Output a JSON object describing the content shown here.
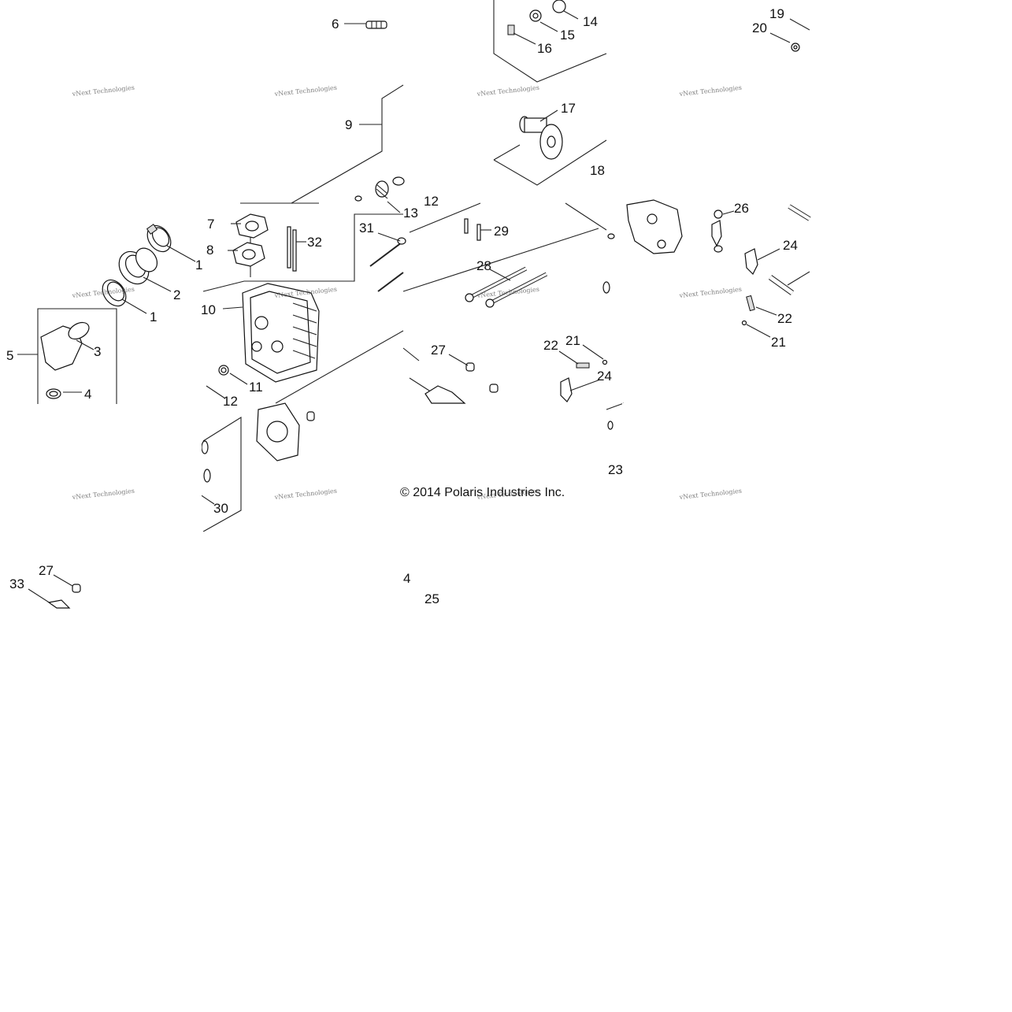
{
  "diagram": {
    "callouts": [
      "1",
      "1",
      "2",
      "3",
      "4",
      "5",
      "6",
      "7",
      "8",
      "9",
      "10",
      "11",
      "12",
      "13",
      "14",
      "15",
      "16",
      "17",
      "18",
      "19",
      "20",
      "21",
      "21",
      "22",
      "22",
      "23",
      "24",
      "24",
      "25",
      "26",
      "27",
      "27",
      "28",
      "29",
      "30",
      "31",
      "32",
      "33",
      "12",
      "4"
    ],
    "copyright": "© 2014 Polaris Industries Inc.",
    "watermark": "vNext Technologies"
  },
  "colors": {
    "ink": "#111111",
    "background": "#ffffff"
  }
}
